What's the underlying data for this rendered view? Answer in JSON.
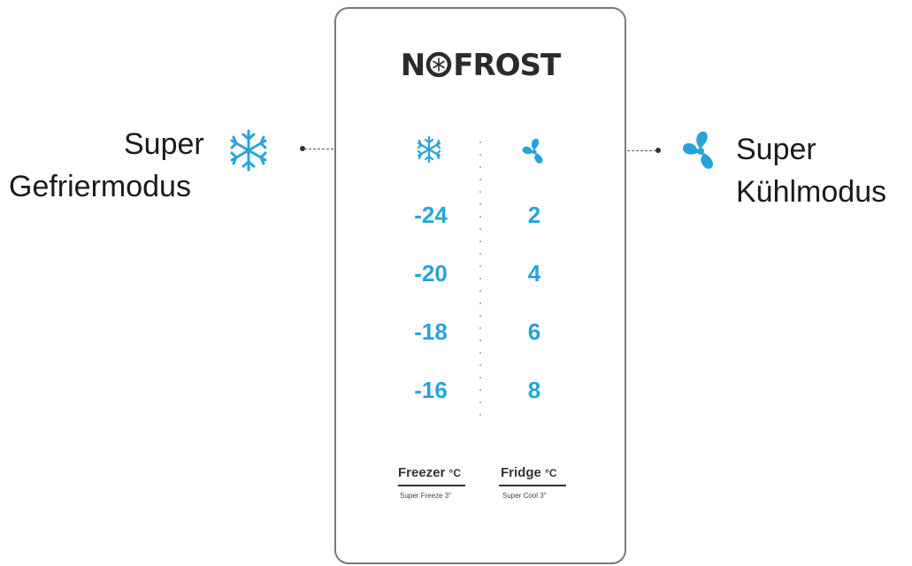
{
  "logo": {
    "left": "N",
    "mid": "O",
    "right": "FROST"
  },
  "left_callout": {
    "line1": "Super",
    "line2": "Gefriermodus"
  },
  "right_callout": {
    "line1": "Super",
    "line2": "Kühlmodus"
  },
  "freezer": {
    "values": [
      "-24",
      "-20",
      "-18",
      "-16"
    ],
    "label": "Freezer",
    "unit": "°C",
    "sub": "Super Freeze 3\""
  },
  "fridge": {
    "values": [
      "2",
      "4",
      "6",
      "8"
    ],
    "label": "Fridge",
    "unit": "°C",
    "sub": "Super Cool 3\""
  },
  "colors": {
    "accent": "#27a3db",
    "text": "#1a1a1a",
    "border": "#7a7a7a"
  },
  "icons": {
    "freeze": "snowflake-icon",
    "cool": "fan-icon"
  }
}
